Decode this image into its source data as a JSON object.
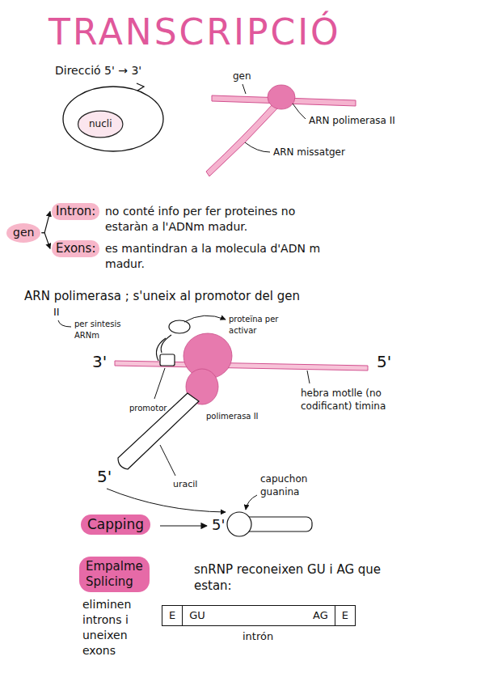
{
  "diagram": {
    "title": "TRANSCRIPCIÓ",
    "nodes": [
      {
        "text": [
          "nucli"
        ]
      },
      {
        "text": [
          "gen"
        ]
      },
      {
        "text": [
          "Intron:"
        ]
      },
      {
        "text": [
          "Exons:"
        ]
      },
      {
        "text": [
          "Capping"
        ]
      },
      {
        "text": [
          "Empalme Splicing"
        ]
      },
      {
        "text": [
          "GU",
          "AG"
        ]
      },
      {
        "text": [
          "E"
        ],
        "in": 6
      },
      {
        "text": [
          "E"
        ],
        "in": 6
      }
    ],
    "edges": [
      {
        "from": 1,
        "to": 2,
        "arrow": "to"
      },
      {
        "from": 1,
        "to": 3,
        "arrow": "to"
      }
    ],
    "labels": [
      "Direcció 5' → 3'",
      "gen",
      "ARN polimerasa II",
      "ARN missatger",
      "no conté info per fer proteines no estaràn a l'ADNm madur.",
      "es mantindran a la molecula d'ADN m madur.",
      "ARN polimerasa ; s'uneix al promotor del gen",
      "II",
      "per sintesis ARNm",
      "proteïna per activar",
      "3'",
      "5'",
      "promotor",
      "polimerasa II",
      "hebra motlle (no codificant) timina",
      "5'",
      "uracil",
      "capuchon guanina",
      "5'",
      "eliminen introns i uneixen exons",
      "snRNP reconeixen GU i AG que estan:",
      "intrón"
    ]
  }
}
